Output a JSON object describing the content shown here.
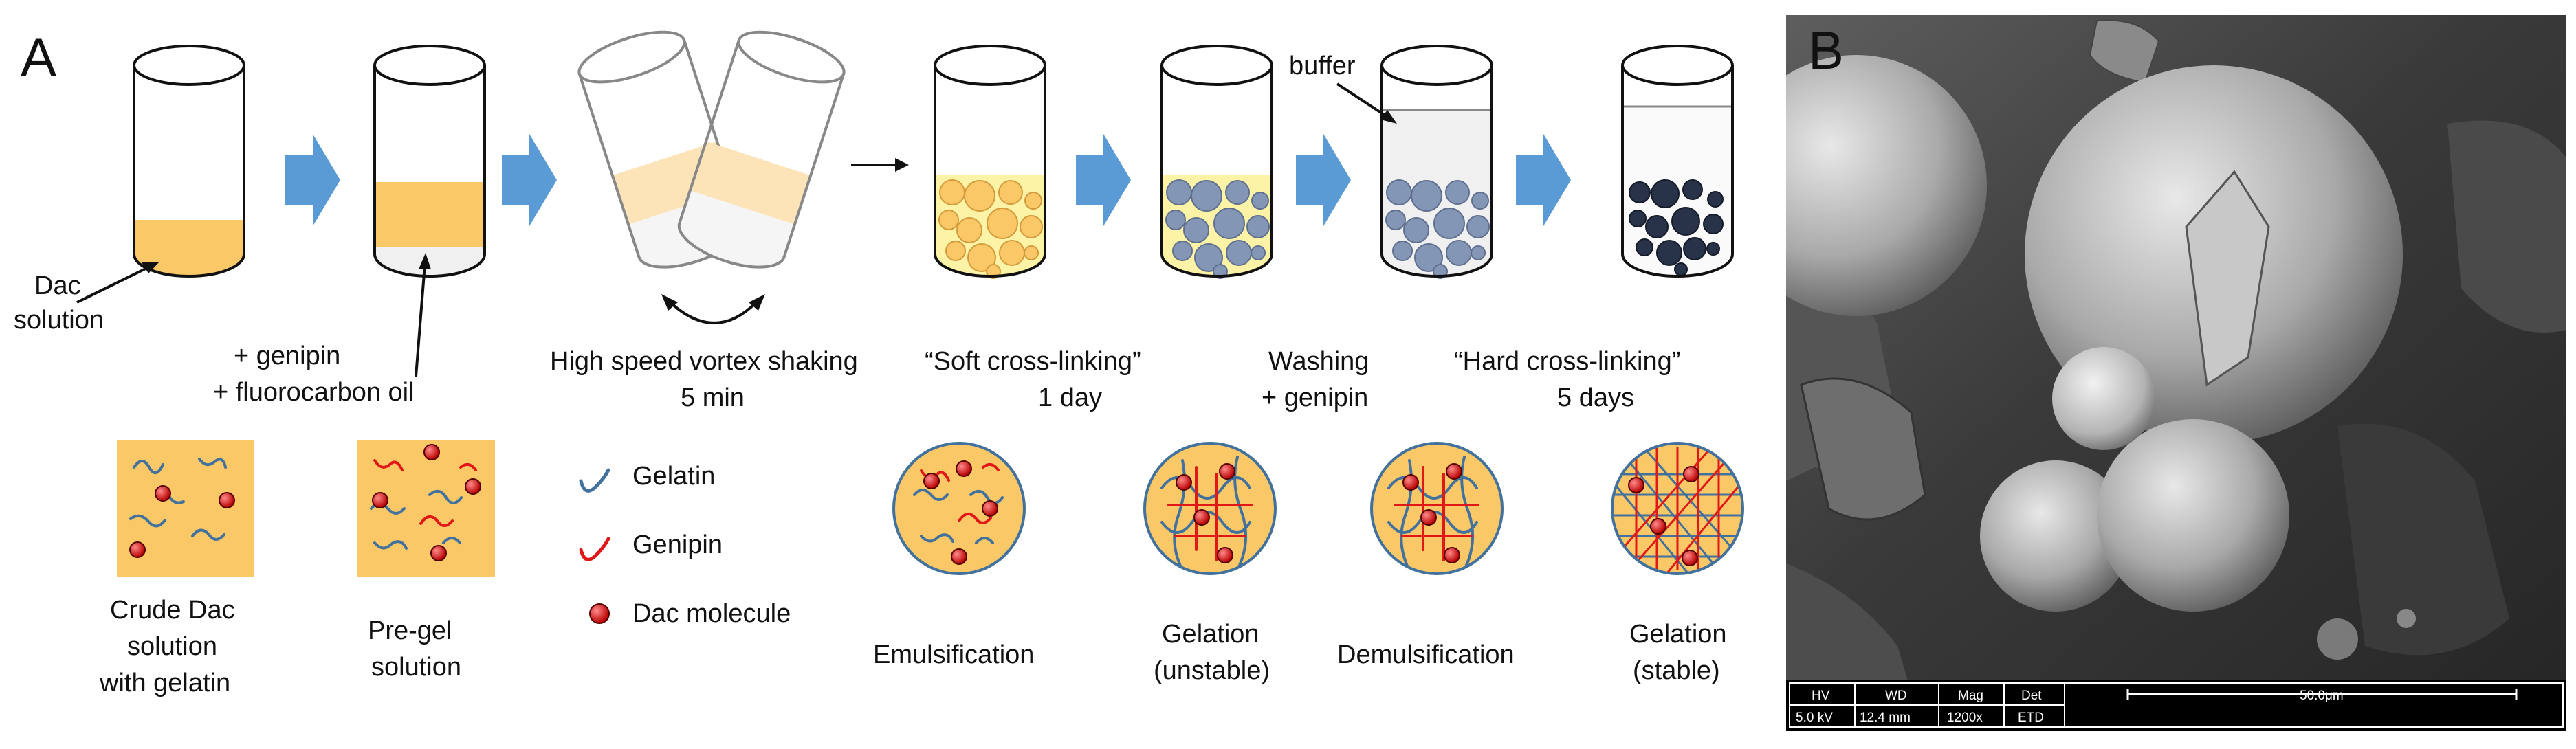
{
  "panels": {
    "a": "A",
    "b": "B"
  },
  "labels": {
    "dac_solution": [
      "Dac",
      "solution"
    ],
    "buffer": "buffer",
    "step1": [
      "+ genipin",
      "+ fluorocarbon oil"
    ],
    "step2": [
      "High speed vortex shaking",
      "5 min"
    ],
    "step3": [
      "“Soft cross-linking”",
      "1 day"
    ],
    "step4": [
      "Washing",
      "+ genipin"
    ],
    "step5": [
      "“Hard cross-linking”",
      "5 days"
    ]
  },
  "legend": {
    "gelatin": "Gelatin",
    "genipin": "Genipin",
    "dac": "Dac molecule"
  },
  "schematics": {
    "crude": [
      "Crude Dac",
      "solution",
      "with gelatin"
    ],
    "pregel": [
      "Pre-gel",
      "solution"
    ],
    "emulsification": [
      "Emulsification"
    ],
    "gelation_unstable": [
      "Gelation",
      "(unstable)"
    ],
    "demulsification": [
      "Demulsification"
    ],
    "gelation_stable": [
      "Gelation",
      "(stable)"
    ]
  },
  "sem": {
    "headers": [
      "HV",
      "WD",
      "Mag",
      "Det"
    ],
    "values": [
      "5.0 kV",
      "12.4 mm",
      "1200x",
      "ETD"
    ],
    "scale": "50.0μm"
  },
  "colors": {
    "orange": "#fbc867",
    "light_orange": "#fde3b8",
    "yellow": "#fdf3a6",
    "slate": "#8496b6",
    "navy": "#283248",
    "arrow_blue": "#5b9bd5",
    "gelatin_line": "#41719c",
    "genipin_line": "#e01818",
    "dac_dot": "#d81818"
  }
}
